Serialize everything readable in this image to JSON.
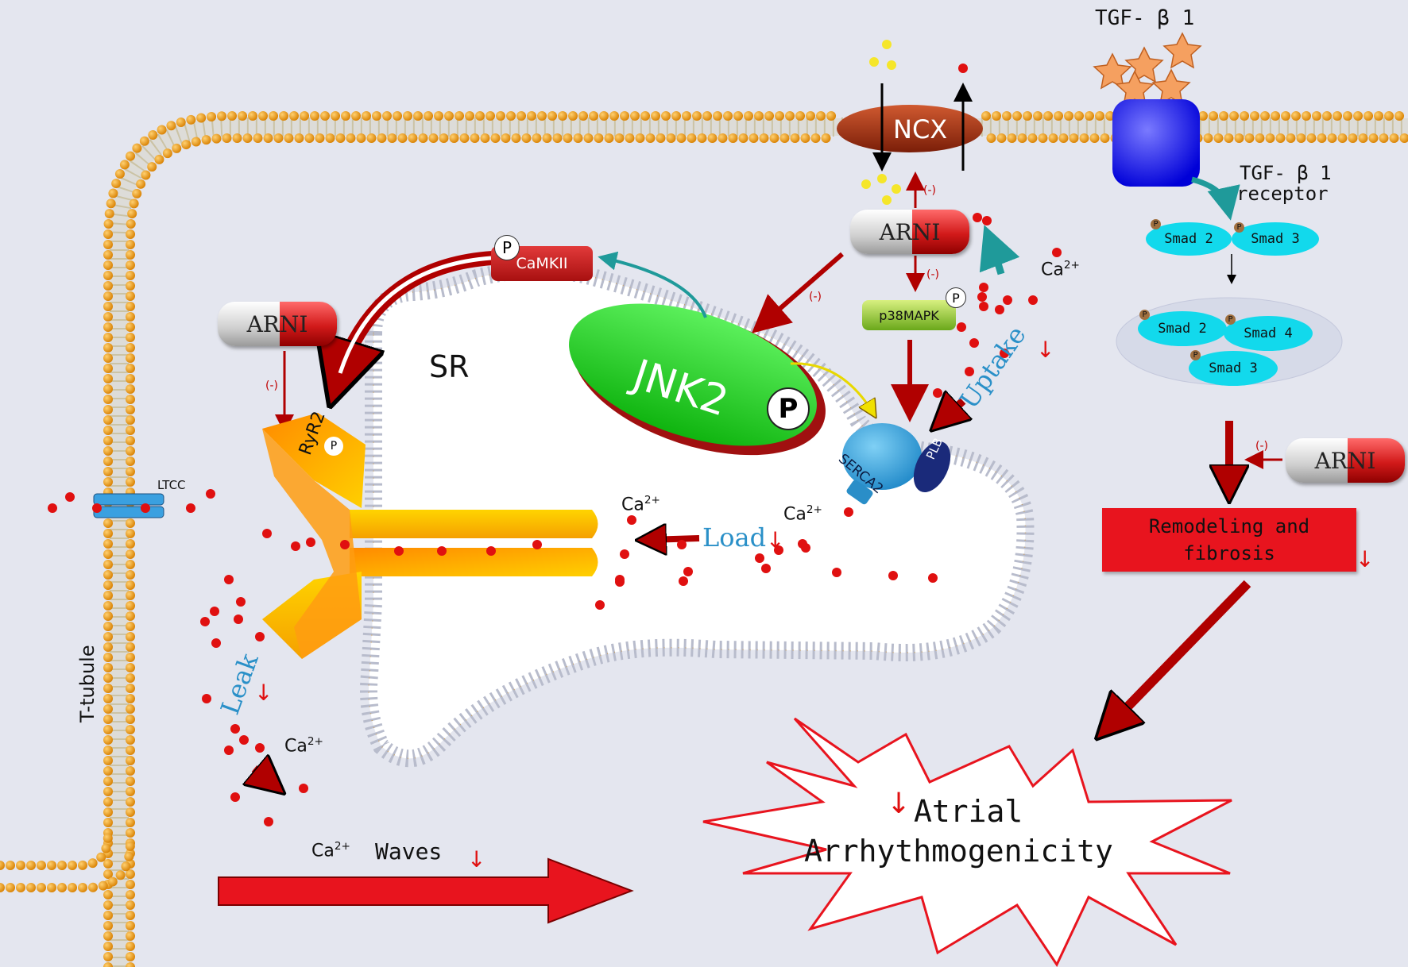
{
  "labels": {
    "tgf_beta1": "TGF- β 1",
    "tgf_receptor_line1": "TGF- β 1",
    "tgf_receptor_line2": "receptor",
    "ncx": "NCX",
    "arni": "ARNI",
    "camkii": "CaMKII",
    "p_symbol": "P",
    "jnk2": "JNK2",
    "sr": "SR",
    "ryr2": "RyR2",
    "p38mapk": "p38MAPK",
    "serca2": "SERCA2",
    "plb": "PLB",
    "ltcc": "LTCC",
    "t_tubule": "T-tubule",
    "ca": "Ca",
    "ca_charge": "2+",
    "load": "Load",
    "uptake": "Uptake",
    "leak": "Leak",
    "waves": "Waves",
    "inhibit": "(-)",
    "down_arrow": "↓",
    "smad2": "Smad 2",
    "smad3": "Smad 3",
    "smad4": "Smad 4",
    "remodeling_line1": "Remodeling and",
    "remodeling_line2": "fibrosis",
    "atrial": "Atrial",
    "arrhythmogenicity": "Arrhythmogenicity"
  },
  "colors": {
    "background": "#e4e6ef",
    "membrane_head": "#f0a020",
    "calcium": "#e01010",
    "jnk2_fill": "#1ec81e",
    "arrow_red": "#c00000",
    "teal_arrow": "#1f9a9a",
    "receptor_blue": "#1a1aff",
    "smad": "#12d9ec",
    "remodeling_box": "#e8141e",
    "ryr2_orange": "#f07a10",
    "serca_blue": "#2aa0d8",
    "plb_navy": "#1a2a7a"
  }
}
